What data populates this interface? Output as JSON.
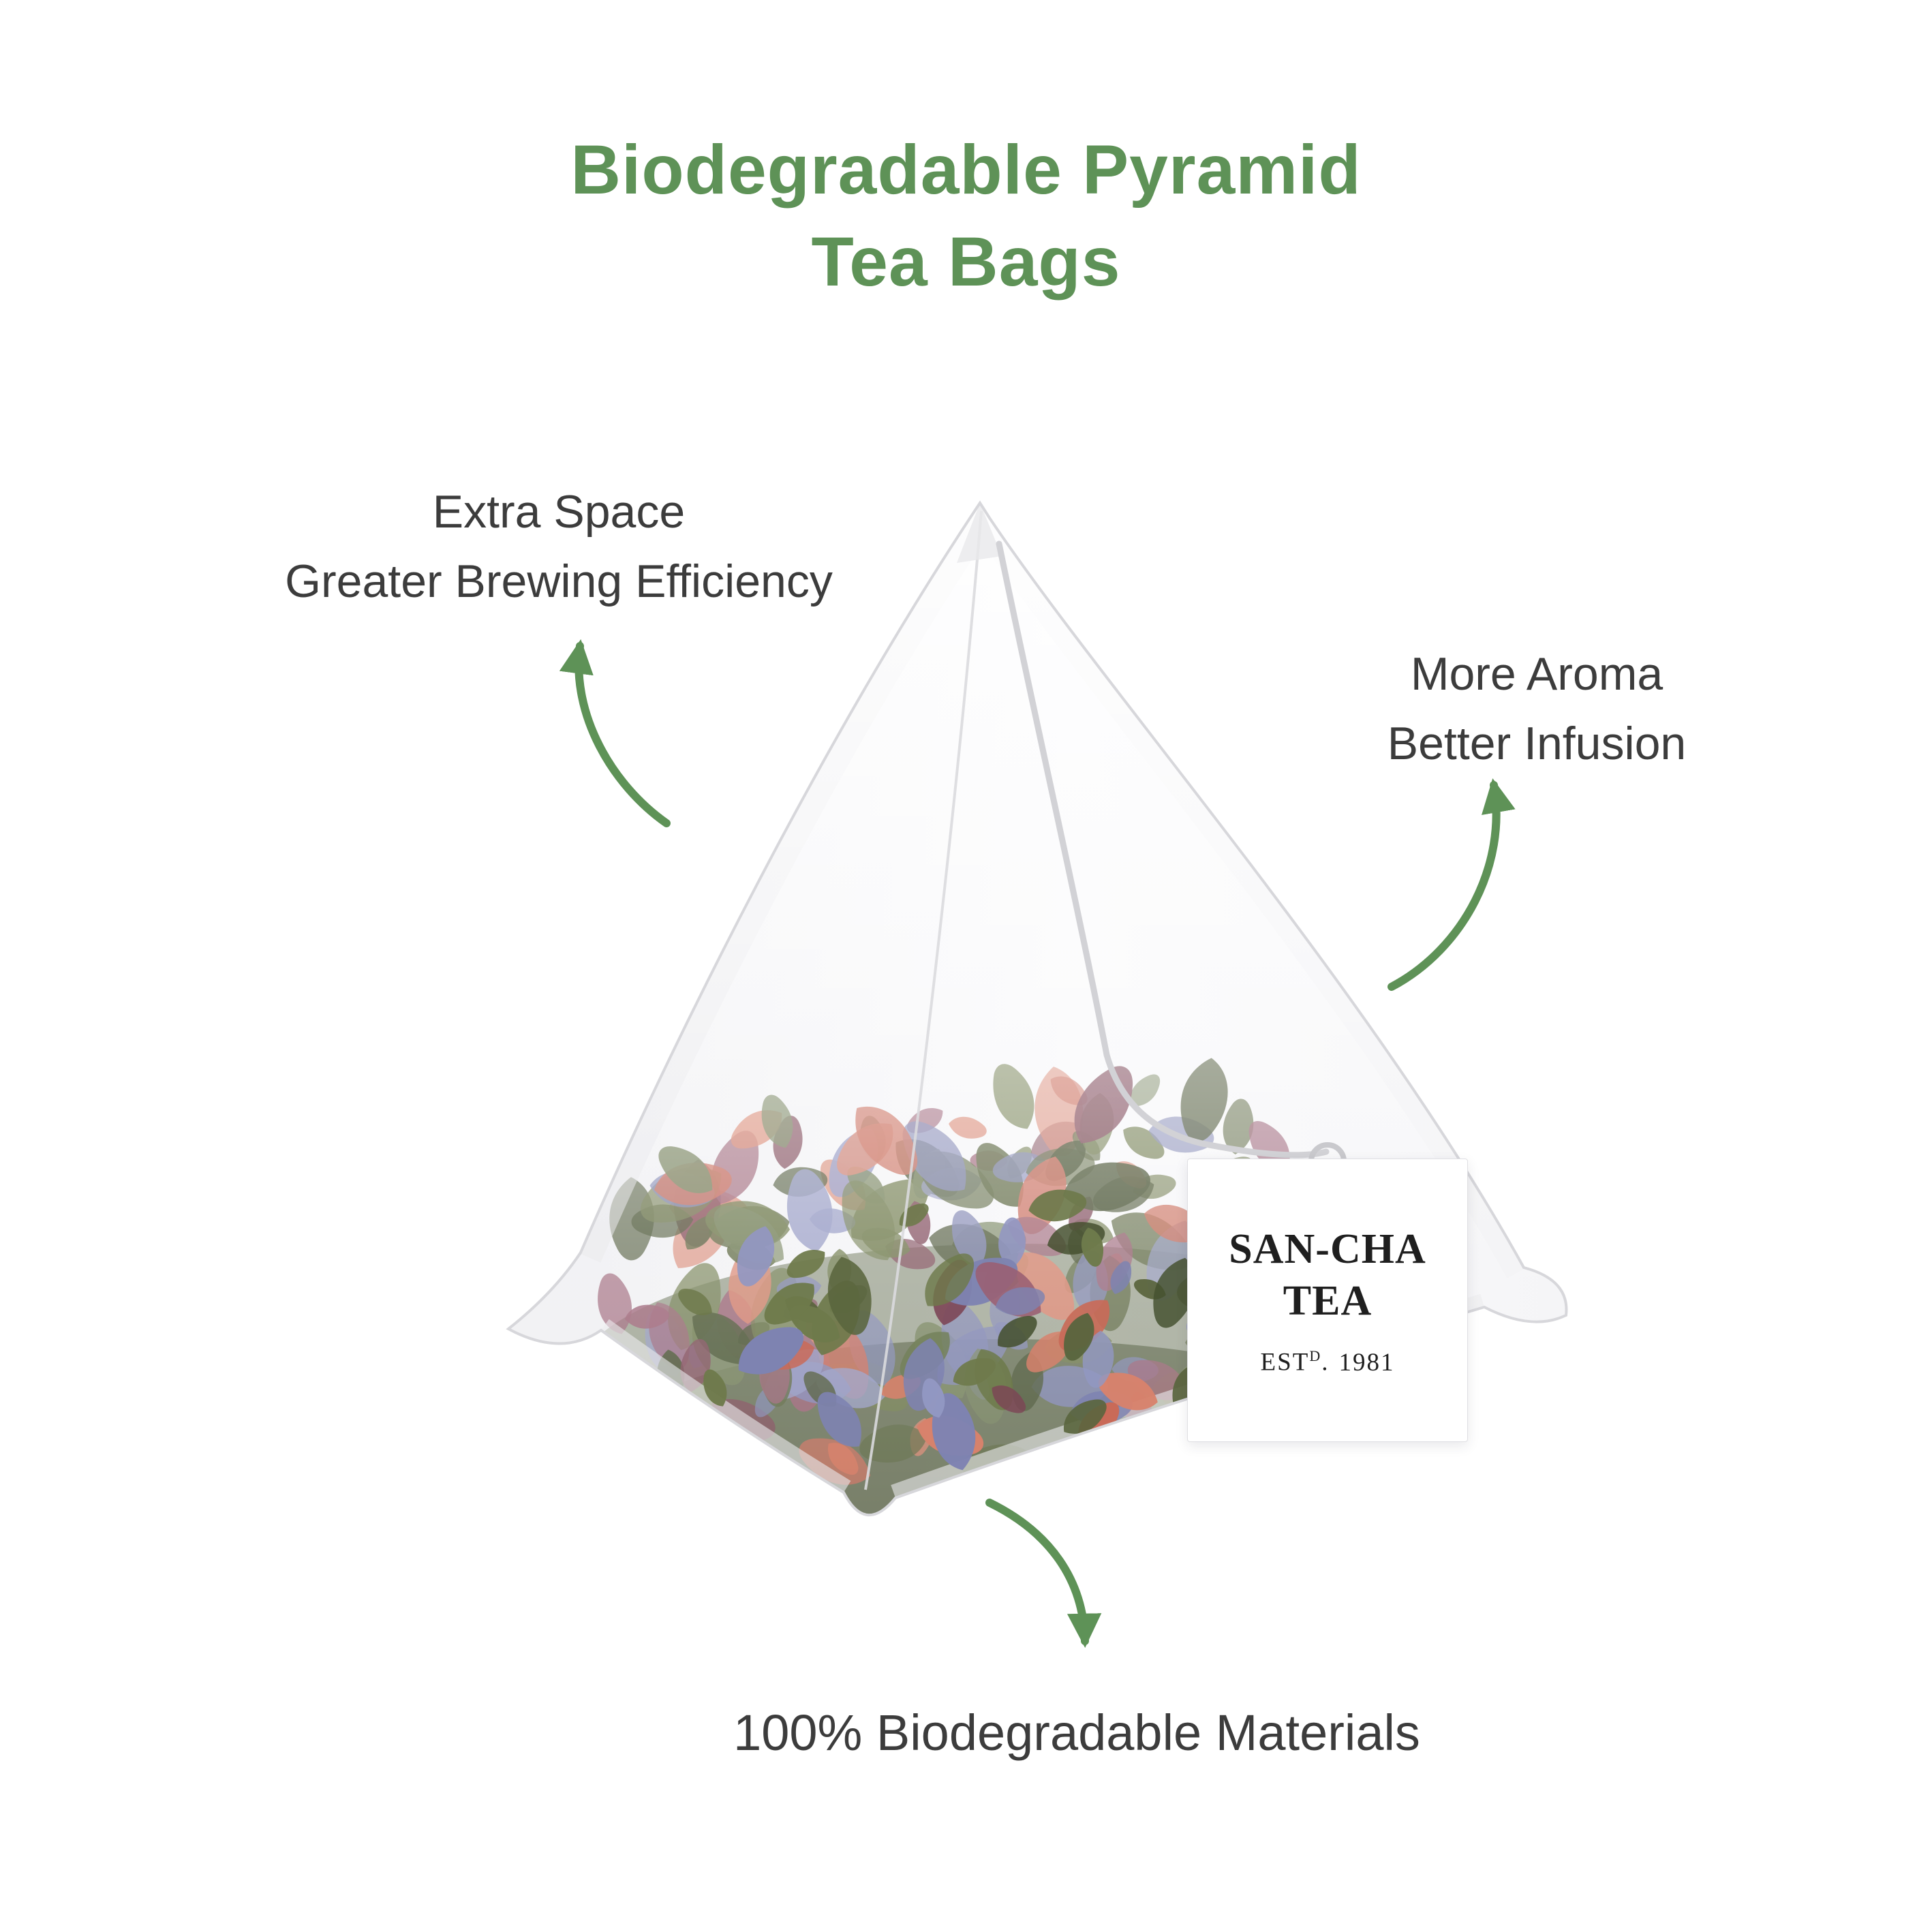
{
  "title": {
    "line1": "Biodegradable Pyramid",
    "line2": "Tea Bags"
  },
  "annotations": {
    "left": {
      "line1": "Extra Space",
      "line2": "Greater Brewing Efficiency"
    },
    "right": {
      "line1": "More Aroma",
      "line2": "Better Infusion"
    },
    "bottom": {
      "text": "100% Biodegradable Materials"
    }
  },
  "tea_tag": {
    "brand_top": "SAN-CHA",
    "brand_bottom": "TEA",
    "est_prefix": "EST",
    "est_sup": "D",
    "est_dot": ".",
    "est_year": "1981"
  },
  "icons": {
    "arrow_left": "curved-arrow-up-icon",
    "arrow_right": "curved-arrow-up-icon",
    "arrow_bottom": "curved-arrow-down-icon"
  },
  "colors": {
    "accent_green": "#5E9257",
    "label_text": "#3C3C3C",
    "tag_text": "#1F1F1F",
    "bag_base": "#F4F4F6",
    "bag_edge": "#D7D7DB",
    "string": "#D2D2D6",
    "leaf_palette": [
      "#5A653E",
      "#6E7A4B",
      "#45502F",
      "#74815B",
      "#7E83B1",
      "#9297C2",
      "#D8826C",
      "#C96A58",
      "#7D4656",
      "#9A5F73"
    ]
  }
}
